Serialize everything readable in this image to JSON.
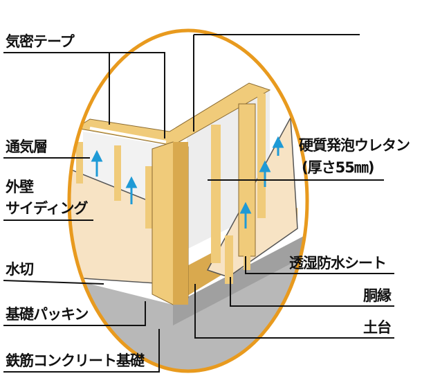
{
  "labels_left": {
    "airtight_tape": "気密テープ",
    "vent_layer": "通気層",
    "siding_line1": "外壁",
    "siding_line2": "サイディング",
    "flashing": "水切",
    "foundation_packing": "基礎パッキン",
    "rc_foundation": "鉄筋コンクリート基礎"
  },
  "labels_right": {
    "urethane_line1": "硬質発泡ウレタン",
    "urethane_line2": "(厚さ55㎜)",
    "moisture_sheet": "透湿防水シート",
    "furring": "胴縁",
    "sill": "土台"
  },
  "colors": {
    "circle": "#E89A1E",
    "wood": "#F0CB7A",
    "wood_dark": "#D9A94E",
    "siding": "#F7E3C4",
    "concrete": "#B8B8B8",
    "arrow": "#1E9AD6"
  }
}
